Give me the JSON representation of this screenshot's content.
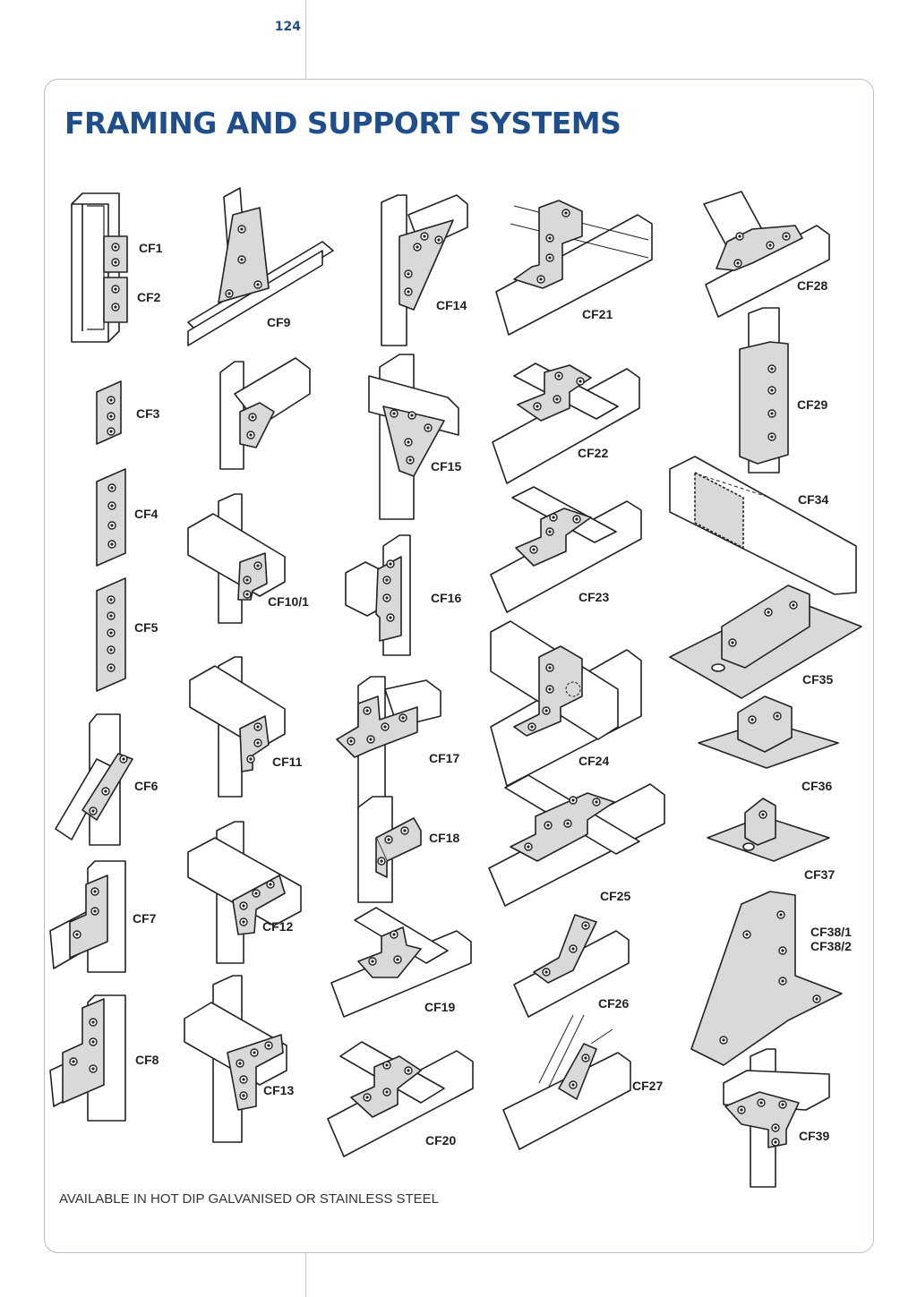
{
  "page_number": "124",
  "title": "FRAMING AND SUPPORT SYSTEMS",
  "footer": "AVAILABLE IN HOT DIP GALVANISED OR STAINLESS STEEL",
  "colors": {
    "brand_blue": "#1f4e8c",
    "part_grey": "#d9d9d9",
    "outline": "#222222"
  },
  "labels": {
    "cf1": "CF1",
    "cf2": "CF2",
    "cf3": "CF3",
    "cf4": "CF4",
    "cf5": "CF5",
    "cf6": "CF6",
    "cf7": "CF7",
    "cf8": "CF8",
    "cf9": "CF9",
    "cf10_1": "CF10/1",
    "cf11": "CF11",
    "cf12": "CF12",
    "cf13": "CF13",
    "cf14": "CF14",
    "cf15": "CF15",
    "cf16": "CF16",
    "cf17": "CF17",
    "cf18": "CF18",
    "cf19": "CF19",
    "cf20": "CF20",
    "cf21": "CF21",
    "cf22": "CF22",
    "cf23": "CF23",
    "cf24": "CF24",
    "cf25": "CF25",
    "cf26": "CF26",
    "cf27": "CF27",
    "cf28": "CF28",
    "cf29": "CF29",
    "cf34": "CF34",
    "cf35": "CF35",
    "cf36": "CF36",
    "cf37": "CF37",
    "cf38_1": "CF38/1",
    "cf38_2": "CF38/2",
    "cf39": "CF39"
  }
}
